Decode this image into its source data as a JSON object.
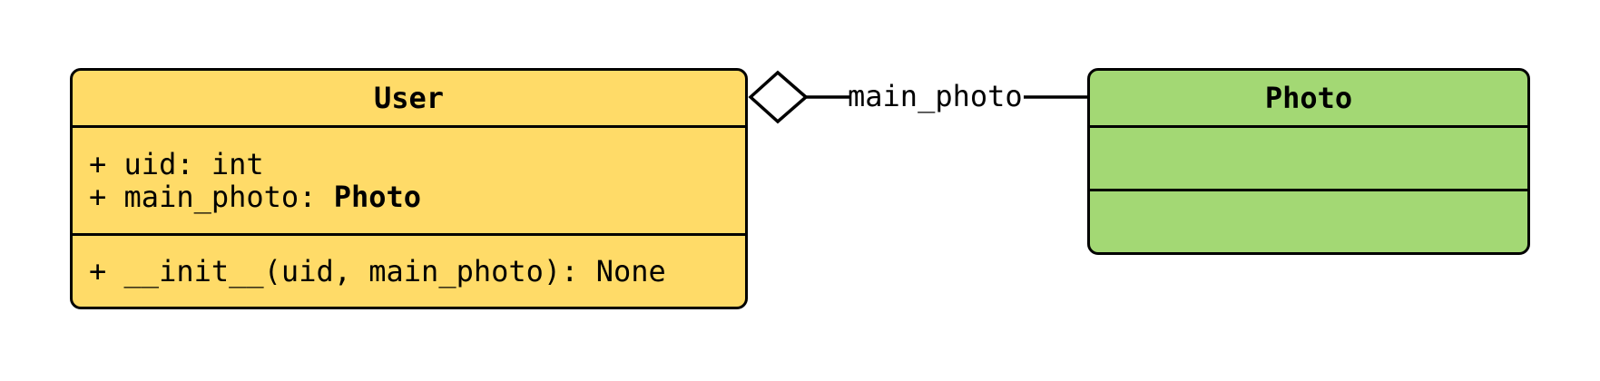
{
  "user_class": {
    "title": "User",
    "fill": "#FFDB68",
    "attributes": [
      {
        "text": "+ uid: int",
        "type_ref": ""
      },
      {
        "text": "+ main_photo: ",
        "type_ref": "Photo"
      }
    ],
    "methods": [
      {
        "text": "+ __init__(uid, main_photo): None"
      }
    ]
  },
  "photo_class": {
    "title": "Photo",
    "fill": "#A3D874"
  },
  "relationship": {
    "label": "main_photo",
    "kind": "aggregation",
    "diamond_fill": "#FFFFFF",
    "line_color": "#000000"
  }
}
